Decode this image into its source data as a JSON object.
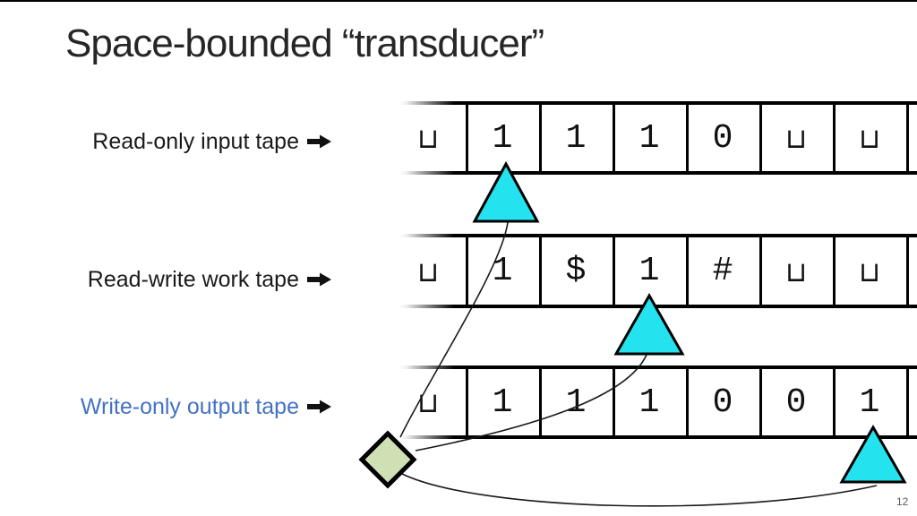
{
  "slide": {
    "title": "Space-bounded “transducer”",
    "page_number": "12"
  },
  "colors": {
    "title_text": "#262626",
    "label_text": "#1a1a1a",
    "output_label_text": "#4472c4",
    "head_triangle": "#25e3ee",
    "state_diamond": "#cfe0b5",
    "marker_outline": "#000000"
  },
  "icons": {
    "tape_direction": "right-arrow"
  },
  "tapes": [
    {
      "id": "input",
      "label": "Read-only input tape",
      "access": "read-only",
      "symbols": [
        "⊔",
        "1",
        "1",
        "1",
        "0",
        "⊔",
        "⊔"
      ],
      "head_cell": 1
    },
    {
      "id": "work",
      "label": "Read-write work tape",
      "access": "read-write",
      "symbols": [
        "⊔",
        "1",
        "$",
        "1",
        "#",
        "⊔",
        "⊔"
      ],
      "head_cell": 3
    },
    {
      "id": "output",
      "label": "Write-only output tape",
      "access": "write-only",
      "symbols": [
        "⊔",
        "1",
        "1",
        "1",
        "0",
        "0",
        "1"
      ],
      "head_cell": 6
    }
  ],
  "state_marker": {
    "shape": "diamond",
    "connected_heads": [
      "input",
      "work",
      "output"
    ]
  }
}
